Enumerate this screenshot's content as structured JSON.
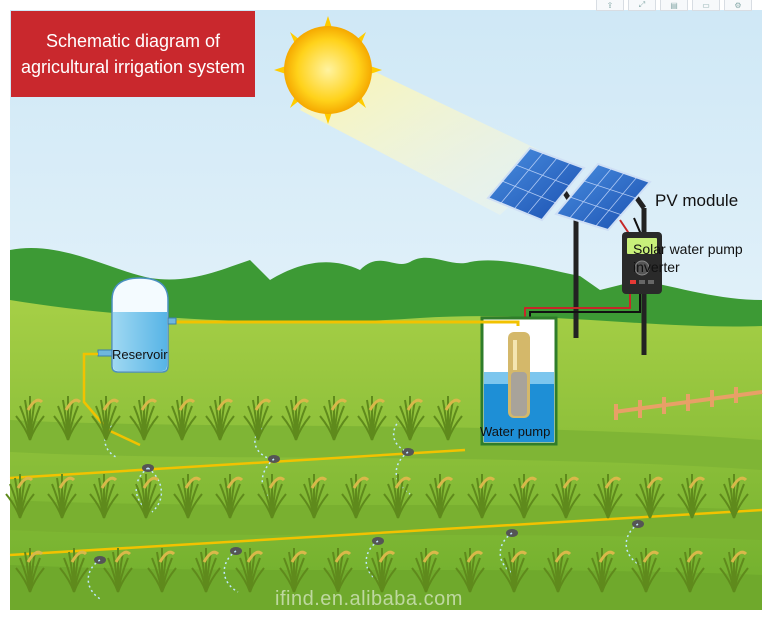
{
  "title": {
    "line1": "Schematic diagram of",
    "line2": "agricultural irrigation system"
  },
  "labels": {
    "pv_module": "PV module",
    "inverter": "Solar water pump inverter",
    "reservoir": "Reservoir",
    "water_pump": "Water pump"
  },
  "watermark": "ifind.en.alibaba.com",
  "toolbar": {
    "icons": [
      "share-icon",
      "expand-icon",
      "layers-icon",
      "window-icon",
      "gear-icon"
    ]
  },
  "colors": {
    "title_bg": "#c9282d",
    "sky": "#d9eef8",
    "hill": "#3d9a35",
    "field": "#8cbd3a",
    "pipe": "#f2c200",
    "water": "#1e8fd6",
    "sun": "#ffd21a"
  }
}
